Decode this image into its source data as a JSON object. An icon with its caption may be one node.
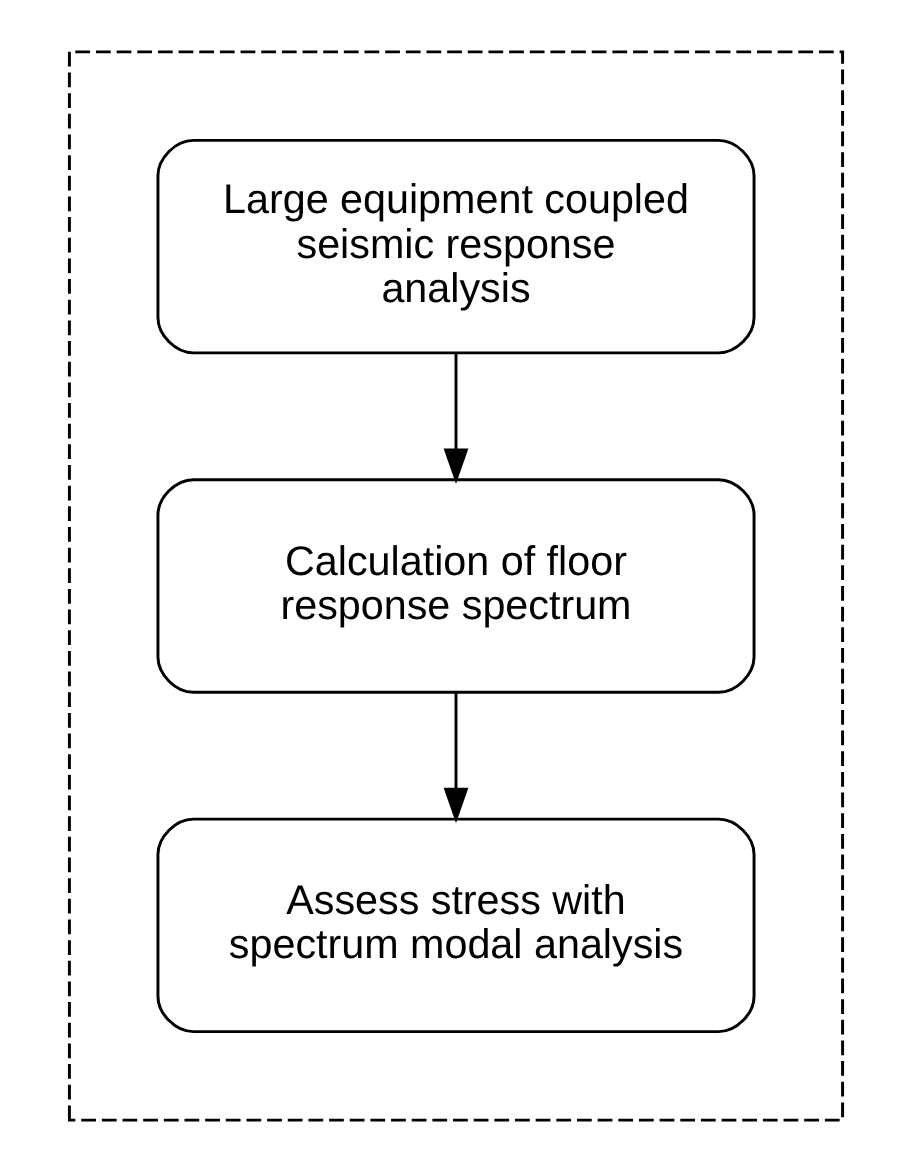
{
  "diagram": {
    "nodes": [
      {
        "text": [],
        "shape": "box"
      },
      {
        "text": [
          "Large equipment coupled seismic response analysis"
        ],
        "in": 0
      },
      {
        "text": [
          "Calculation of floor response spectrum"
        ],
        "in": 0
      },
      {
        "text": [
          "Assess stress with spectrum modal analysis"
        ],
        "in": 0
      }
    ],
    "edges": [
      {
        "from": 1,
        "to": 2,
        "arrow": "to"
      },
      {
        "from": 2,
        "to": 3,
        "arrow": "to"
      }
    ]
  }
}
